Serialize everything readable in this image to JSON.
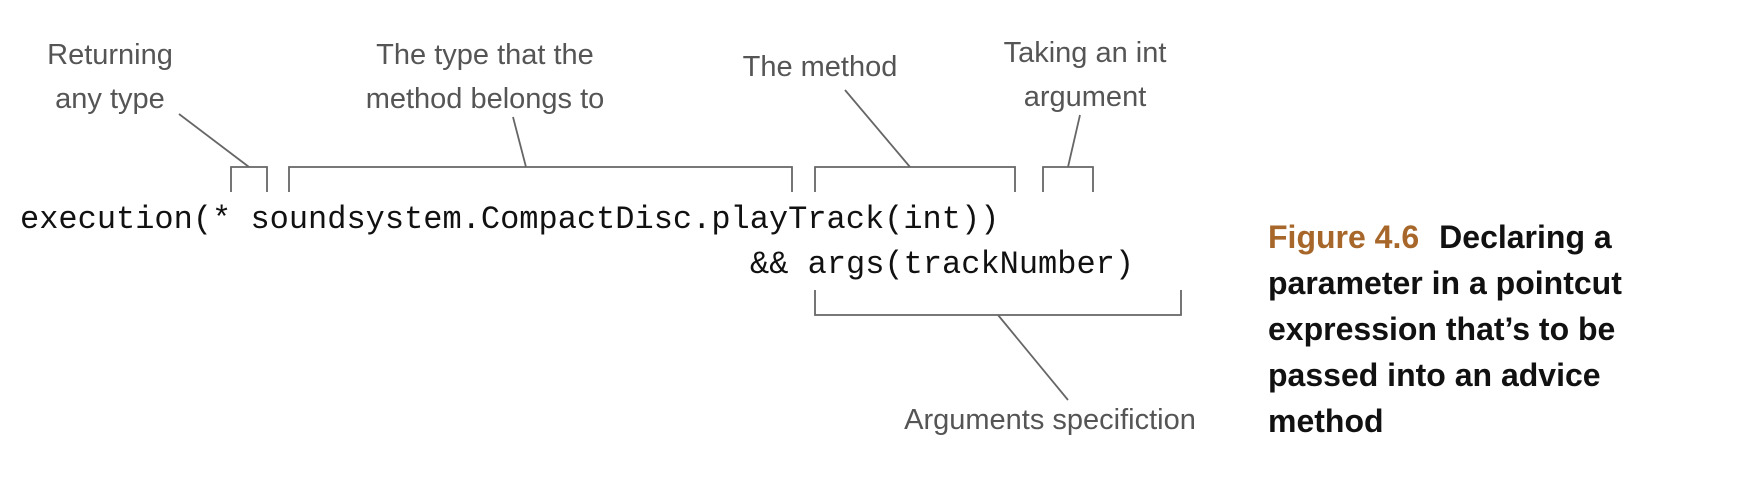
{
  "labels": {
    "returning_line1": "Returning",
    "returning_line2": "any type",
    "type_line1": "The type that the",
    "type_line2": "method belongs to",
    "method": "The method",
    "int_line1": "Taking an int",
    "int_line2": "argument",
    "args_spec": "Arguments specifiction"
  },
  "code": {
    "line1": "execution(* soundsystem.CompactDisc.playTrack(int))",
    "line2": "&& args(trackNumber)"
  },
  "caption": {
    "figure_number": "Figure 4.6",
    "text": "Declaring a parameter in a pointcut expression that’s to be passed into an advice method"
  }
}
